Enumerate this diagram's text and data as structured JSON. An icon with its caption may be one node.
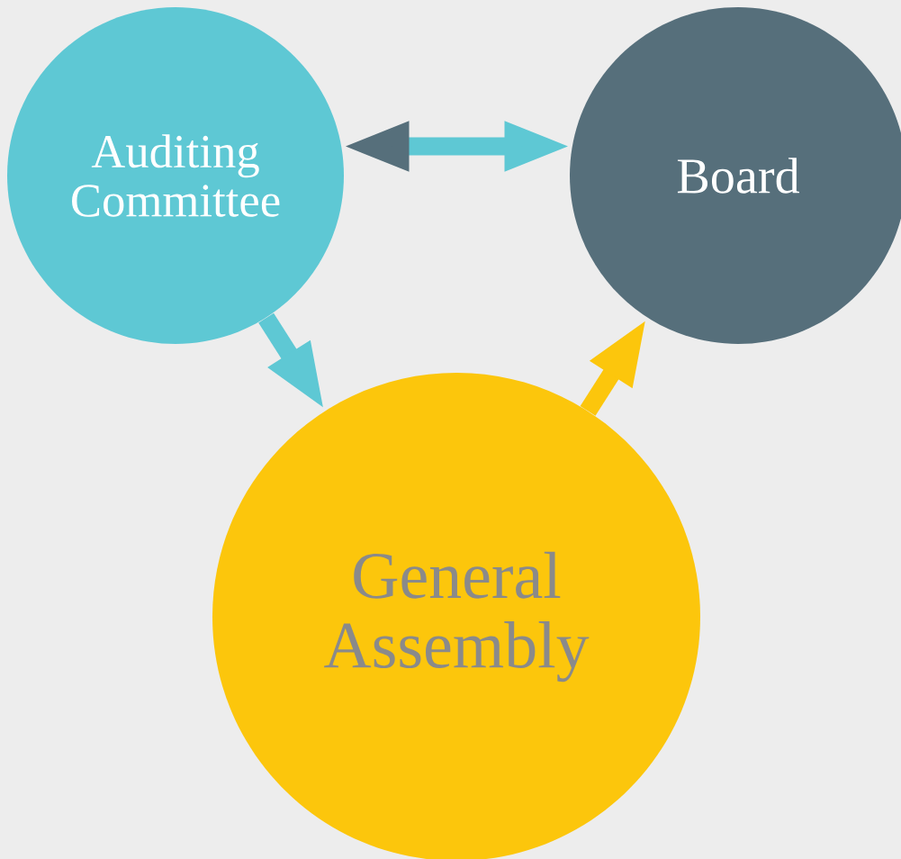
{
  "diagram": {
    "nodes": [
      {
        "text": [
          "Auditing Committee"
        ]
      },
      {
        "text": [
          "Board"
        ]
      },
      {
        "text": [
          "General Assembly"
        ]
      }
    ],
    "edges": [
      {
        "from": 0,
        "to": 1,
        "arrow": "both",
        "color": "#5ec8d4"
      },
      {
        "from": 0,
        "to": 2,
        "arrow": "to",
        "color": "#5ec8d4"
      },
      {
        "from": 2,
        "to": 1,
        "arrow": "to",
        "color": "#fcc60c"
      }
    ]
  }
}
